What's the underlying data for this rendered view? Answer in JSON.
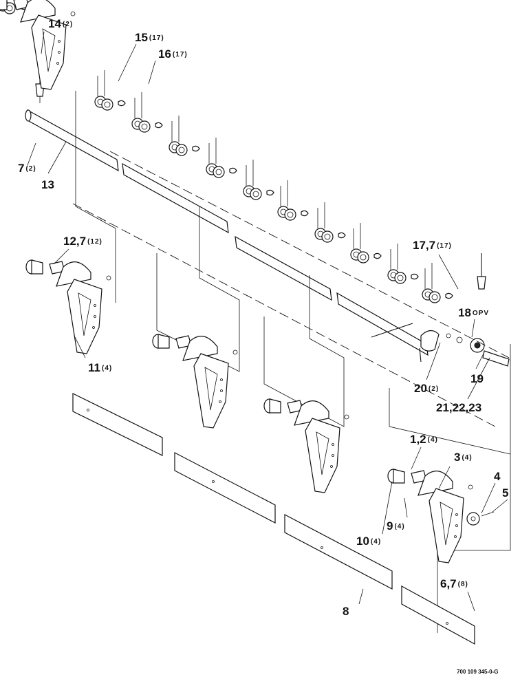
{
  "callouts": [
    {
      "id": "14",
      "qty": "(2)"
    },
    {
      "id": "15",
      "qty": "(17)"
    },
    {
      "id": "16",
      "qty": "(17)"
    },
    {
      "id": "7",
      "qty": "(2)"
    },
    {
      "id": "13",
      "qty": ""
    },
    {
      "id": "12,7",
      "qty": "(12)"
    },
    {
      "id": "11",
      "qty": "(4)"
    },
    {
      "id": "17,7",
      "qty": "(17)"
    },
    {
      "id": "18",
      "qty": "OPV"
    },
    {
      "id": "20",
      "qty": "(2)"
    },
    {
      "id": "19",
      "qty": ""
    },
    {
      "id": "21,22,23",
      "qty": ""
    },
    {
      "id": "1,2",
      "qty": "(4)"
    },
    {
      "id": "3",
      "qty": "(4)"
    },
    {
      "id": "4",
      "qty": ""
    },
    {
      "id": "5",
      "qty": ""
    },
    {
      "id": "9",
      "qty": "(4)"
    },
    {
      "id": "10",
      "qty": "(4)"
    },
    {
      "id": "6,7",
      "qty": "(8)"
    },
    {
      "id": "8",
      "qty": ""
    }
  ],
  "doc_number": "700 109 345-0-G"
}
